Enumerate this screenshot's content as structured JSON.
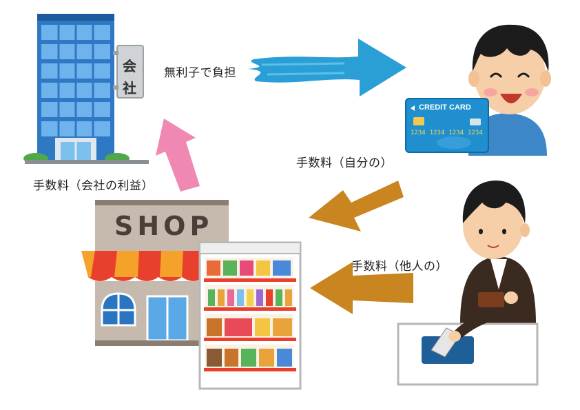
{
  "building": {
    "sign_char_1": "会",
    "sign_char_2": "社"
  },
  "shop": {
    "sign": "SHOP"
  },
  "card": {
    "title": "CREDIT CARD",
    "number_groups": [
      "1234",
      "1234",
      "1234",
      "1234"
    ]
  },
  "labels": {
    "interest_free": "無利子で負担",
    "fee_own": "手数料（自分の）",
    "fee_company": "手数料（会社の利益）",
    "fee_others": "手数料（他人の）"
  },
  "colors": {
    "blue_arrow": "#2a9fd6",
    "brown_arrow": "#c9851f",
    "pink_arrow": "#ef88b2",
    "awning_red": "#e8402d",
    "awning_orange": "#f4a22a",
    "card_blue": "#1f8fd0"
  }
}
